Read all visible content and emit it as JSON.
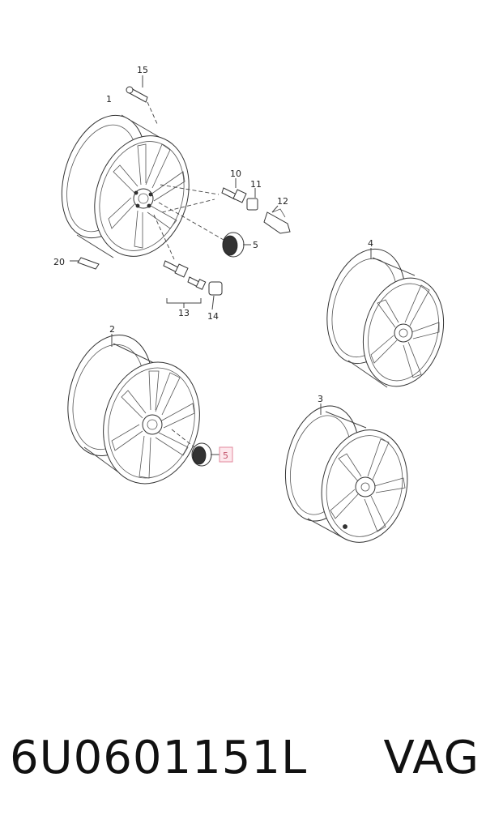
{
  "callouts": {
    "c1": "1",
    "c2": "2",
    "c3": "3",
    "c4": "4",
    "c5a": "5",
    "c5b": "5",
    "c10": "10",
    "c11": "11",
    "c12": "12",
    "c13": "13",
    "c14": "14",
    "c15": "15",
    "c20": "20"
  },
  "highlight_color": "#e2899c",
  "footer": {
    "part_number": "6U0601151L",
    "brand": "VAG"
  }
}
